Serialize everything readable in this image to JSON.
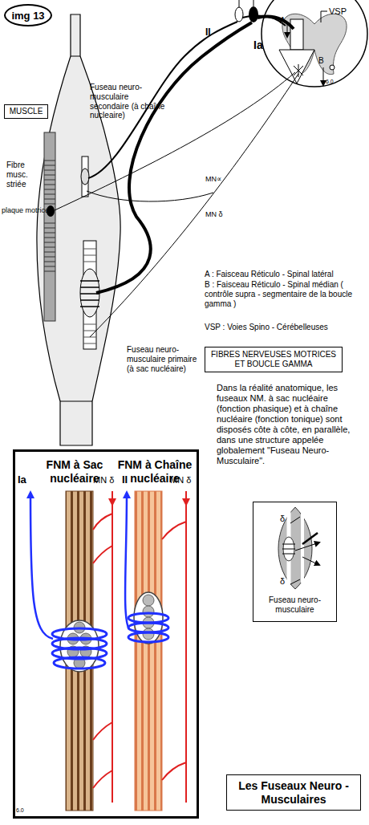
{
  "diagram": {
    "title": "Les Fuseaux Neuro - Musculaires",
    "nodes": [
      {
        "text": [
          "img 13"
        ]
      },
      {
        "text": [
          "MUSCLE"
        ]
      },
      {
        "text": [
          "FIBRES NERVEUSES MOTRICES ET BOUCLE GAMMA"
        ]
      },
      {
        "text": [
          "FNM à Sac nucléaire",
          "FNM à Chaîne nucléaire"
        ]
      },
      {
        "text": [
          "Fuseau neuro-musculaire"
        ]
      }
    ],
    "labels": [
      "Fibre musc. striée",
      "plaque motrice",
      "Fuseau neuro-musculaire secondaire (à chaîne nucleaire)",
      "II",
      "Ia",
      "A",
      "VSP",
      "B",
      "6.0",
      "MN∝",
      "MN δ",
      "A : Faisceau Réticulo - Spinal latéral",
      "B : Faisceau Réticulo - Spinal médian ( contrôle supra - segmentaire de la boucle gamma )",
      "VSP : Voies Spino - Cérébelleuses",
      "Fuseau neuro-musculaire primaire (à sac nucléaire)",
      "Dans la réalité anatomique, les fuseaux NM. à sac nucléaire (fonction phasique) et à chaîne nucléaire (fonction tonique) sont disposés côte à côte, en parallèle, dans une structure appelée globalement \"Fuseau Neuro- Musculaire\".",
      "Ia",
      "MN δ",
      "II",
      "MN δ",
      "6.0",
      "δ",
      "δ"
    ]
  }
}
